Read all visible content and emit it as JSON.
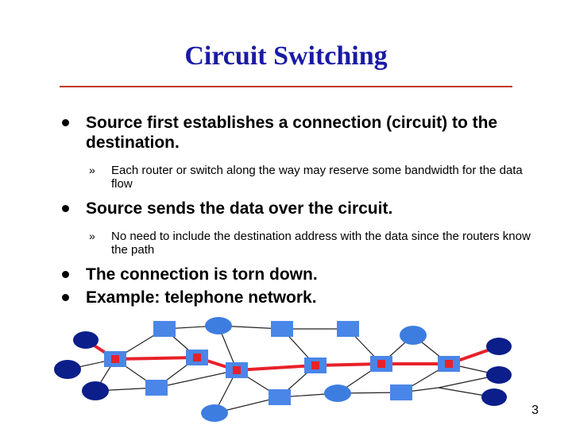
{
  "slide": {
    "title": "Circuit Switching",
    "page_number": "3",
    "bullets": [
      {
        "text": "Source first establishes a connection (circuit) to the destination.",
        "sub": [
          "Each router or switch along the way may reserve some bandwidth for the data flow"
        ]
      },
      {
        "text": "Source sends the data over the circuit.",
        "sub": [
          "No need to include the destination address with the data since the routers know the path"
        ]
      },
      {
        "text": "The connection is torn down.",
        "sub": []
      },
      {
        "text": "Example: telephone network.",
        "sub": []
      }
    ],
    "sub_marker": "»"
  },
  "colors": {
    "title": "#1a1aa6",
    "rule": "#c0392b",
    "switch": "#4a86e8",
    "host_light": "#3d7de0",
    "host_dark": "#0b1e8a",
    "circuit": "#e8212a",
    "link": "#222222"
  }
}
